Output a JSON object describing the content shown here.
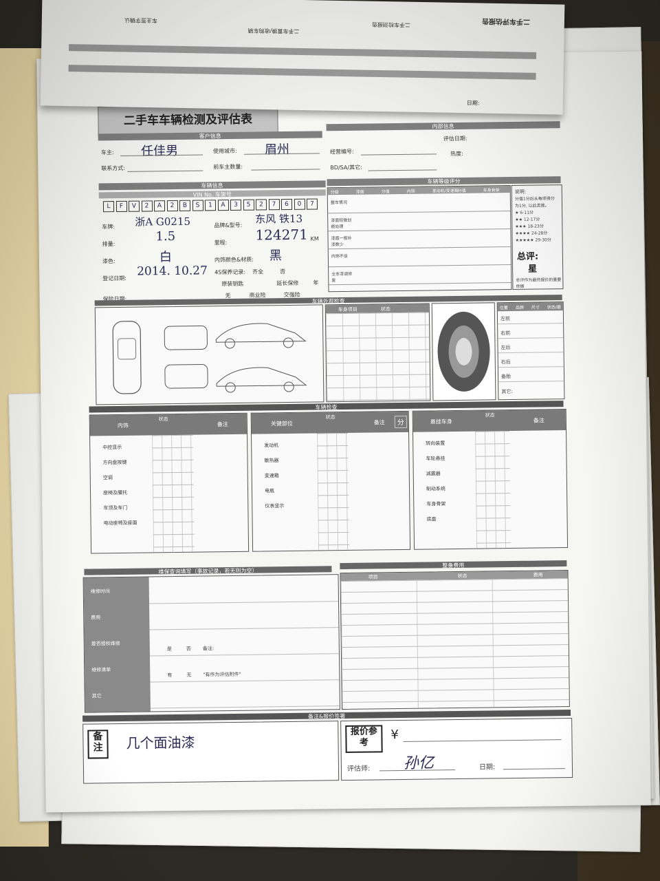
{
  "form": {
    "title": "二手车车辆检测及评估表",
    "customer": {
      "section": "客户信息",
      "owner_label": "车主:",
      "city_label": "使用城市:",
      "phone_label": "联系方式:",
      "owner_count_label": "前车主数量:",
      "owner_value": "任佳男",
      "city_value": "眉州"
    },
    "internal": {
      "section": "内部信息",
      "eval_date_label": "评估日期:",
      "phone_no_label": "经营编号:",
      "source_label": "BD/SA/其它:",
      "heat_label": "热度:"
    },
    "vehicle": {
      "section": "车辆信息",
      "vin_label": "VIN No. 车架号",
      "vin_chars": [
        "L",
        "F",
        "V",
        "2",
        "A",
        "2",
        "B",
        "S",
        "1",
        "A",
        "3",
        "5",
        "2",
        "7",
        "6",
        "0",
        "7"
      ],
      "plate_label": "车牌:",
      "plate_value": "浙A G0215",
      "model_label": "品牌&型号:",
      "model_value": "东风 铁13",
      "displacement_label": "排量:",
      "displacement_value": "1.5",
      "mileage_label": "里程:",
      "mileage_value": "124271",
      "mileage_unit": "KM",
      "color_label": "漆色:",
      "color_value": "白",
      "interior_label": "内饰颜色&材质:",
      "interior_value": "黑",
      "reg_label": "登记日期:",
      "reg_value": "2014. 10.27",
      "service_label": "4S保养记录:",
      "service_opts": [
        "齐全",
        "否"
      ],
      "keys_label": "原装钥匙",
      "warranty_label": "延长保修",
      "year_unit": "年",
      "insurance_label": "保险日期:",
      "insurance_opts": [
        "无",
        "商业险",
        "交强险"
      ]
    },
    "grade": {
      "section": "车辆等级评分",
      "headers": [
        "分级",
        "漆面",
        "分值",
        "内饰",
        "发动机/变速箱",
        "分值",
        "车身骨架"
      ],
      "rows": [
        "整车情况",
        "漆面轻微划痕处理",
        "漆面一般补漆数少",
        "内饰不佳",
        "全车漆调修复"
      ],
      "legend_title": "说明:",
      "legend_lines": [
        "分值1分后从每项得分",
        "为1分, 以此类推。",
        "★ 6-11分",
        "★★ 12-17分",
        "★★★ 18-23分",
        "★★★★ 24-28分",
        "★★★★★ 29-30分"
      ],
      "total_label": "总评:",
      "total_value": "星",
      "note": "总评作为最终报价的重要依据"
    },
    "body_check": {
      "section": "车辆外观检查",
      "table_cols": [
        "车身项目",
        "状态"
      ],
      "tire_cols": [
        "位置",
        "品牌",
        "尺寸",
        "状态/磨损"
      ],
      "tire_rows": [
        "左前",
        "右前",
        "左后",
        "右后",
        "备胎"
      ],
      "other_label": "其它:"
    },
    "inspection": {
      "section": "车辆检查",
      "col1_title": "内饰",
      "col1_items": [
        "中控显示",
        "方向盘按键",
        "空调",
        "座椅及腰托",
        "车顶及车门",
        "电动座椅及座面"
      ],
      "col2_title": "关键部位",
      "col2_items": [
        "发动机",
        "散热器",
        "变速箱",
        "电瓶",
        "仪表显示"
      ],
      "col3_title": "悬挂车身",
      "col3_items": [
        "转向装置",
        "车轮悬挂",
        "减震器",
        "制动系统",
        "车身骨架",
        "底盘"
      ],
      "status_label": "状态",
      "remark_label": "备注",
      "score_label": "分"
    },
    "maintenance": {
      "section": "维保查询填写（事故记录，若无则为空）",
      "rows": [
        "维修时间",
        "费用",
        "是否授权维修",
        "维修清单",
        "其它"
      ],
      "auth_opts": [
        "是",
        "否",
        "备注:"
      ],
      "list_opts": [
        "有",
        "无",
        "\"有作为评估附件\""
      ]
    },
    "refurb": {
      "section": "整备费用",
      "cols": [
        "项目",
        "状态",
        "费用"
      ]
    },
    "footer": {
      "section": "备注&报价签署",
      "remark_stamp": "备注",
      "remark_value": "几个面油漆",
      "quote_stamp": "报价参考",
      "currency": "¥",
      "appraiser_label": "评估师:",
      "appraiser_sig": "孙亿",
      "date_label": "日期:"
    },
    "flap": {
      "header": "二手车评估报告",
      "date_label": "日期:",
      "lines": [
        "车主签字确认",
        "二手车置换/收购车辆",
        "二手车检测报告"
      ]
    }
  }
}
